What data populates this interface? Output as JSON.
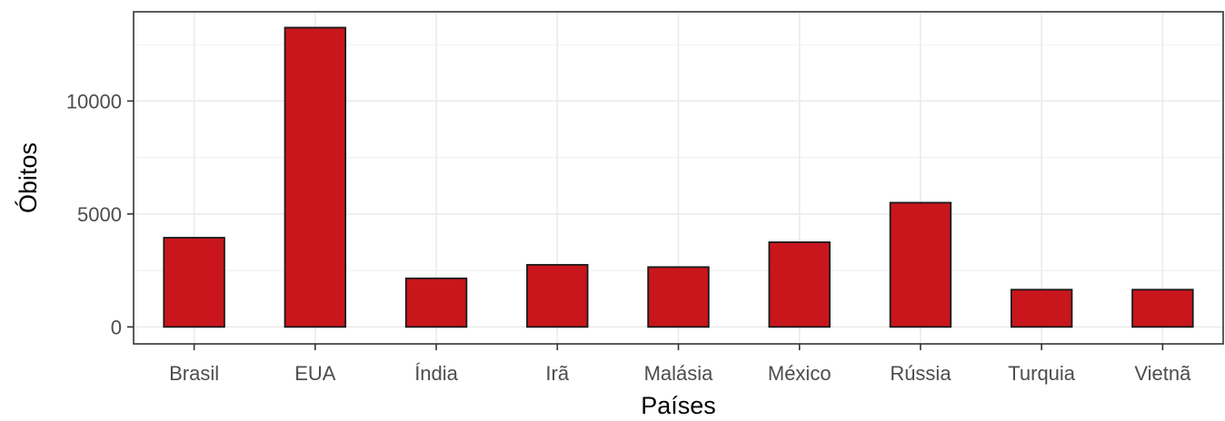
{
  "chart_data": {
    "type": "bar",
    "xlabel": "Países",
    "ylabel": "Óbitos",
    "categories": [
      "Brasil",
      "EUA",
      "Índia",
      "Irã",
      "Malásia",
      "México",
      "Rússia",
      "Turquia",
      "Vietnã"
    ],
    "values": [
      3950,
      13250,
      2150,
      2750,
      2650,
      3750,
      5500,
      1650,
      1650
    ],
    "ylim": [
      -750,
      13950
    ],
    "yticks": [
      0,
      5000,
      10000
    ],
    "ytick_labels": [
      "0",
      "5000",
      "10000"
    ],
    "grid": true,
    "colors": {
      "bar_fill": "#c8161c",
      "bar_stroke": "#1a1a1a",
      "grid": "#ebebeb",
      "panel_border": "#333333"
    }
  }
}
